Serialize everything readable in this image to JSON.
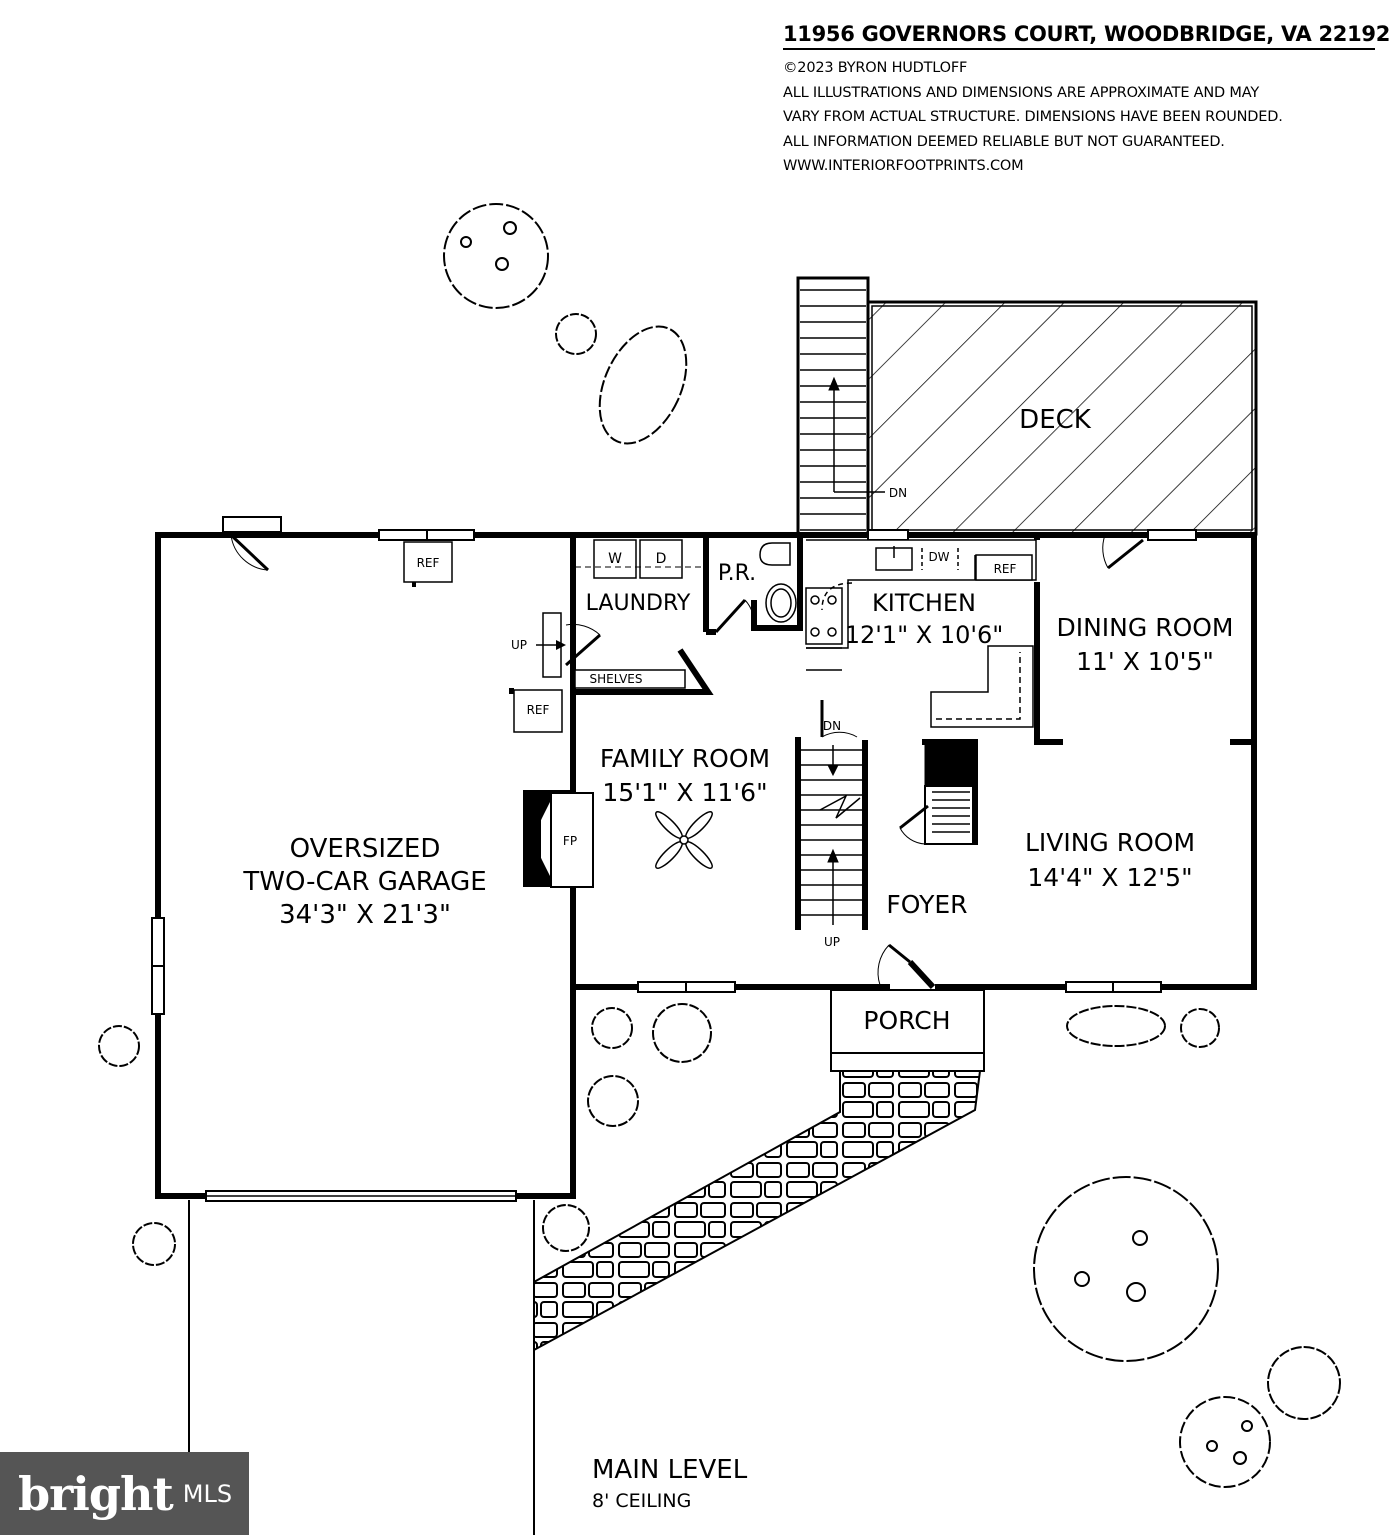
{
  "header": {
    "address": "11956 GOVERNORS COURT, WOODBRIDGE, VA 22192",
    "copyright": "©2023 BYRON HUDTLOFF",
    "disclaimer_1": "ALL ILLUSTRATIONS AND DIMENSIONS ARE APPROXIMATE AND MAY",
    "disclaimer_2": "VARY FROM ACTUAL STRUCTURE. DIMENSIONS HAVE BEEN ROUNDED.",
    "disclaimer_3": "ALL INFORMATION DEEMED RELIABLE BUT NOT GUARANTEED.",
    "website": "WWW.INTERIORFOOTPRINTS.COM"
  },
  "rooms": {
    "deck": "DECK",
    "garage_line1": "OVERSIZED",
    "garage_line2": "TWO-CAR GARAGE",
    "garage_dims": "34'3\" X 21'3\"",
    "laundry": "LAUNDRY",
    "powder_room": "P.R.",
    "kitchen": "KITCHEN",
    "kitchen_dims": "12'1\" X 10'6\"",
    "dining": "DINING ROOM",
    "dining_dims": "11' X 10'5\"",
    "family": "FAMILY ROOM",
    "family_dims": "15'1\" X 11'6\"",
    "living": "LIVING ROOM",
    "living_dims": "14'4\" X 12'5\"",
    "foyer": "FOYER",
    "porch": "PORCH"
  },
  "fixtures": {
    "ref": "REF",
    "washer": "W",
    "dryer": "D",
    "dishwasher": "DW",
    "shelves": "SHELVES",
    "fireplace": "FP",
    "up": "UP",
    "dn": "DN"
  },
  "footer": {
    "level": "MAIN LEVEL",
    "ceiling": "8' CEILING"
  },
  "logo": {
    "brand": "bright",
    "mls": "MLS"
  }
}
